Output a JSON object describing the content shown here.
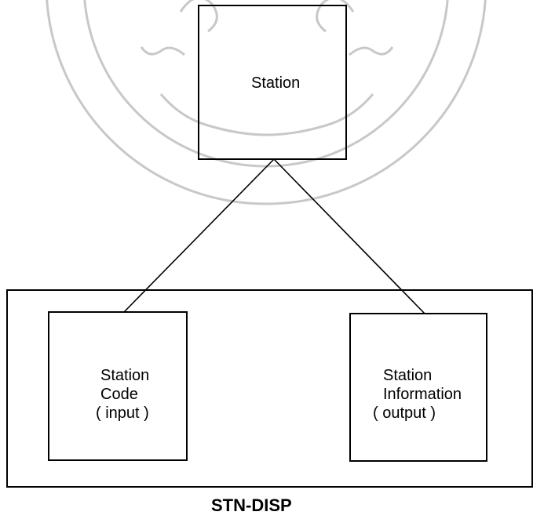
{
  "diagram": {
    "root": {
      "label": "Station"
    },
    "module": {
      "title": "STN-DISP",
      "children": [
        {
          "line1": "Station",
          "line2": "Code",
          "line3": "( input )"
        },
        {
          "line1": "Station",
          "line2": "Information",
          "line3": "( output )"
        }
      ]
    }
  },
  "colors": {
    "line": "#000000",
    "watermark": "#c8c8c8",
    "background": "#ffffff"
  }
}
